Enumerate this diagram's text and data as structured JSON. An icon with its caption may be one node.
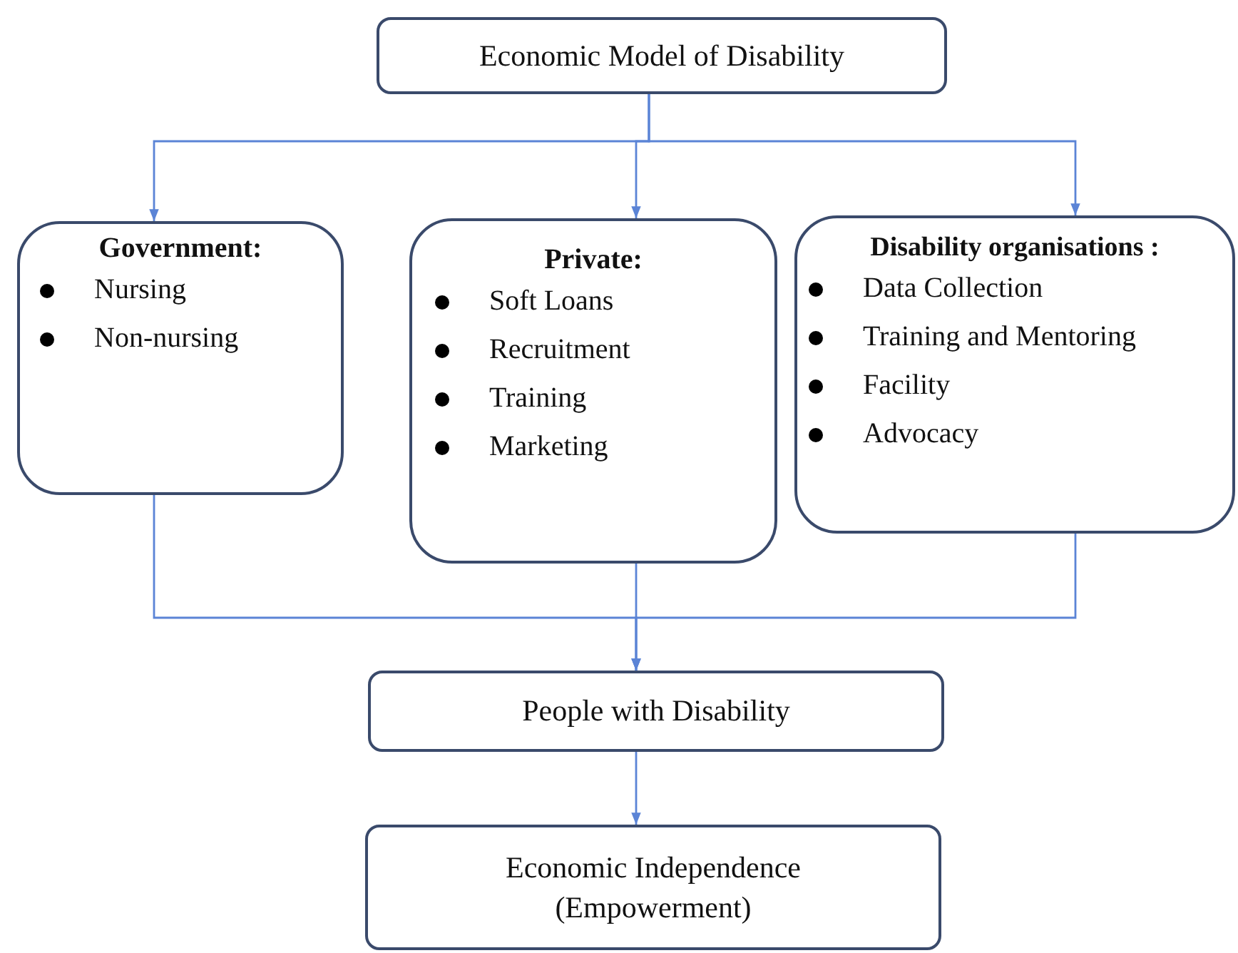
{
  "diagram": {
    "nodes": [
      {
        "text": [
          "Economic Model of Disability"
        ]
      },
      {
        "text": [
          "Government:",
          "Nursing",
          "Non-nursing"
        ]
      },
      {
        "text": [
          "Private:",
          "Soft Loans",
          "Recruitment",
          "Training",
          "Marketing"
        ]
      },
      {
        "text": [
          "Disability organisations :",
          "Data Collection",
          "Training and Mentoring",
          "Facility",
          "Advocacy"
        ]
      },
      {
        "text": [
          "People with Disability"
        ]
      },
      {
        "text": [
          "Economic Independence (Empowerment)"
        ]
      }
    ],
    "edges": [
      {
        "from": 0,
        "to": 1,
        "arrow": "to"
      },
      {
        "from": 0,
        "to": 2,
        "arrow": "to"
      },
      {
        "from": 0,
        "to": 3,
        "arrow": "to"
      },
      {
        "from": 1,
        "to": 4,
        "arrow": "to"
      },
      {
        "from": 2,
        "to": 4,
        "arrow": "to"
      },
      {
        "from": 3,
        "to": 4,
        "arrow": "to"
      },
      {
        "from": 4,
        "to": 5,
        "arrow": "to"
      }
    ]
  }
}
